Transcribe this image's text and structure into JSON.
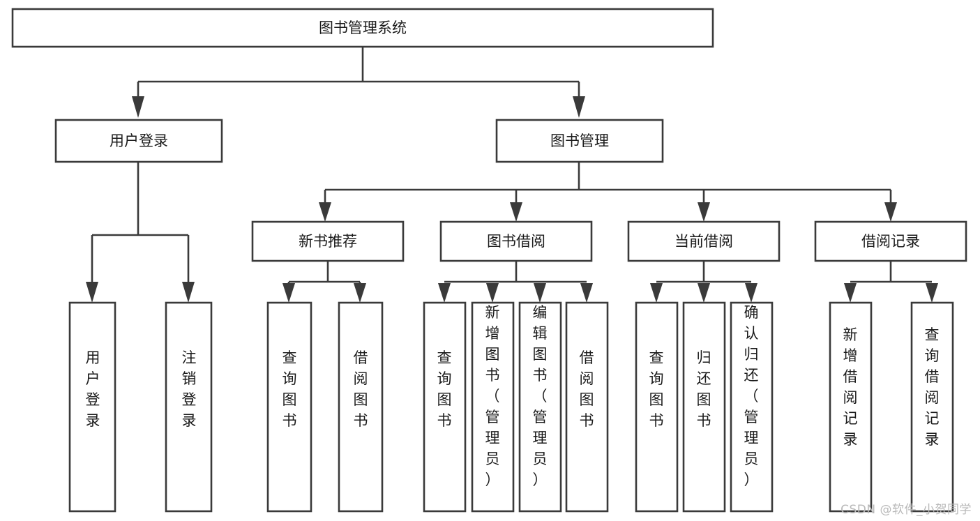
{
  "diagram": {
    "type": "tree-hierarchy",
    "title": "图书管理系统",
    "watermark": "CSDN @软件_小贺同学",
    "colors": {
      "box_stroke": "#3a3a3a",
      "box_fill": "#ffffff",
      "connector": "#3a3a3a",
      "text": "#1a1a1a",
      "watermark": "#b9b9b9",
      "background": "#ffffff"
    },
    "nodes": {
      "root": {
        "label": "图书管理系统",
        "orientation": "horizontal"
      },
      "level1": [
        {
          "label": "用户登录",
          "orientation": "horizontal"
        },
        {
          "label": "图书管理",
          "orientation": "horizontal"
        }
      ],
      "level2": [
        {
          "label": "新书推荐",
          "orientation": "horizontal"
        },
        {
          "label": "图书借阅",
          "orientation": "horizontal"
        },
        {
          "label": "当前借阅",
          "orientation": "horizontal"
        },
        {
          "label": "借阅记录",
          "orientation": "horizontal"
        }
      ],
      "leaves_user_login": [
        {
          "label": "用户登录",
          "orientation": "vertical"
        },
        {
          "label": "注销登录",
          "orientation": "vertical"
        }
      ],
      "leaves_new_book": [
        {
          "label": "查询图书",
          "orientation": "vertical"
        },
        {
          "label": "借阅图书",
          "orientation": "vertical"
        }
      ],
      "leaves_borrow": [
        {
          "label": "查询图书",
          "orientation": "vertical"
        },
        {
          "label": "新增图书（管理员）",
          "orientation": "vertical"
        },
        {
          "label": "编辑图书（管理员）",
          "orientation": "vertical"
        },
        {
          "label": "借阅图书",
          "orientation": "vertical"
        }
      ],
      "leaves_current": [
        {
          "label": "查询图书",
          "orientation": "vertical"
        },
        {
          "label": "归还图书",
          "orientation": "vertical"
        },
        {
          "label": "确认归还（管理员）",
          "orientation": "vertical"
        }
      ],
      "leaves_records": [
        {
          "label": "新增借阅记录",
          "orientation": "vertical"
        },
        {
          "label": "查询借阅记录",
          "orientation": "vertical"
        }
      ]
    }
  }
}
